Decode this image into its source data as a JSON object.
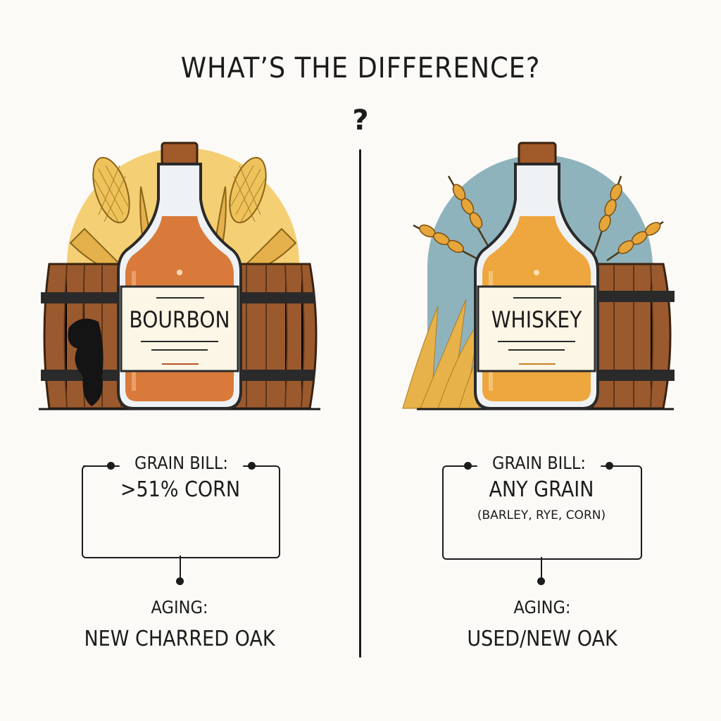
{
  "title": "WHAT’S THE DIFFERENCE?",
  "question_mark": "?",
  "left": {
    "bottle_label": "BOURBON",
    "grain_heading": "GRAIN BILL:",
    "grain_value": ">51% CORN",
    "aging_heading": "AGING:",
    "aging_value": "NEW CHARRED OAK",
    "colors": {
      "liquid": "#d97a3a",
      "sun": "#f4cf73",
      "corn": "#e3b04b"
    }
  },
  "right": {
    "bottle_label": "WHISKEY",
    "grain_heading": "GRAIN BILL:",
    "grain_value": "ANY GRAIN",
    "grain_note": "(BARLEY, RYE, CORN)",
    "aging_heading": "AGING:",
    "aging_value": "USED/NEW OAK",
    "colors": {
      "liquid": "#eea63e",
      "sky": "#8fb3bd",
      "wheat": "#e7b24a"
    }
  },
  "colors": {
    "barrel": "#9a5a2e",
    "barrel_dark": "#5e3418",
    "ink": "#1c1c1c",
    "label_paper": "#fbf6e6"
  }
}
